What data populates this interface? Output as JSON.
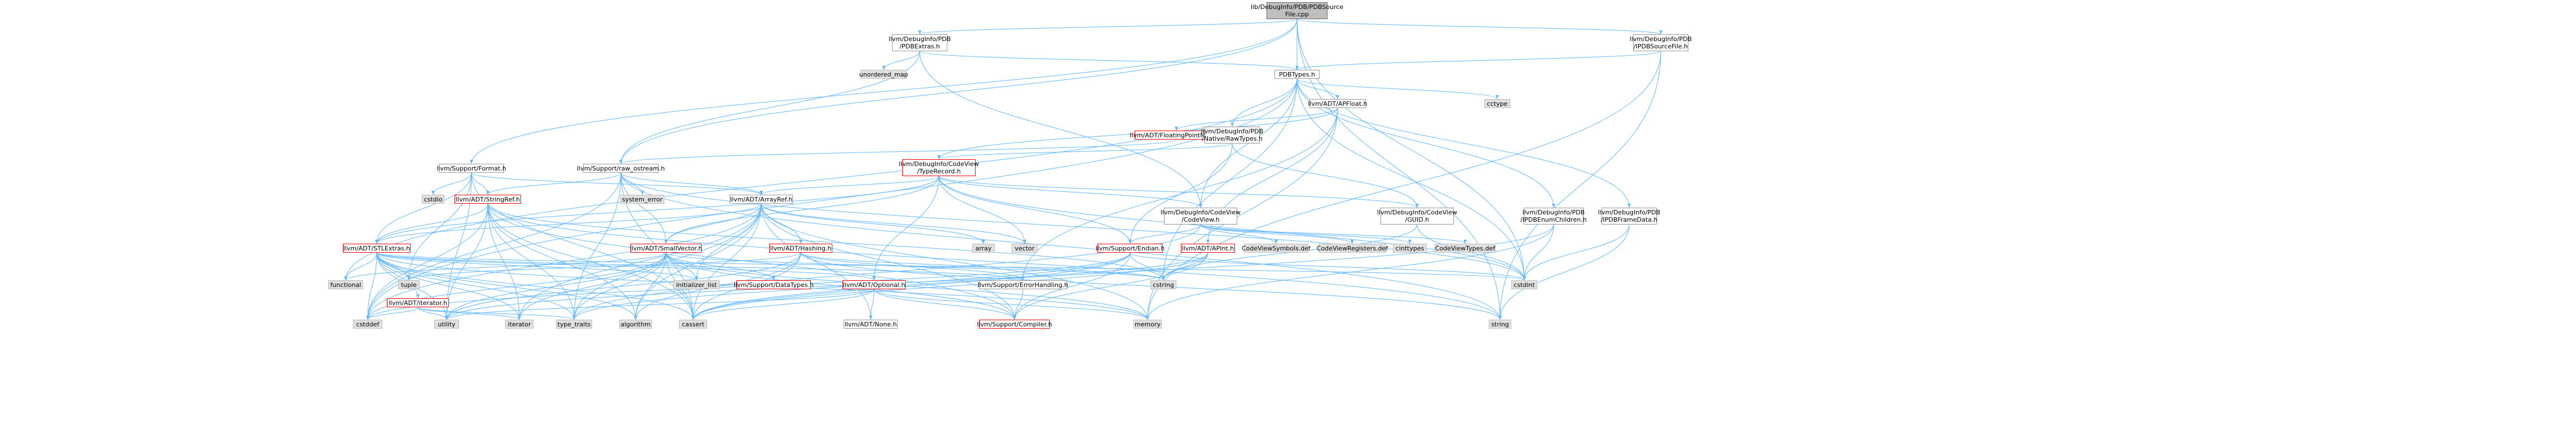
{
  "colors": {
    "edge": "#63b8ff",
    "root_fill": "#bfbfbf",
    "external_fill": "#e0e0e0",
    "truncated_border": "#ff0000",
    "normal_border": "#999999"
  },
  "nodes": {
    "root": "lib/DebugInfo/PDB/PDBSource\nFile.cpp",
    "pdbextras": "llvm/DebugInfo/PDB\n/PDBExtras.h",
    "pdbsourcefile_h": "llvm/DebugInfo/PDB\n/IPDBSourceFile.h",
    "format": "llvm/Support/Format.h",
    "raw_ostream": "llvm/Support/raw_ostream.h",
    "unordered_map": "unordered_map",
    "pdbtypes": "PDBTypes.h",
    "apfloat": "llvm/ADT/APFloat.h",
    "fpmode": "llvm/ADT/FloatingPointMode.h",
    "nativeraw": "llvm/DebugInfo/PDB\n/Native/RawTypes.h",
    "typerecord": "llvm/DebugInfo/CodeView\n/TypeRecord.h",
    "cctype": "cctype",
    "enumchildren": "llvm/DebugInfo/PDB\n/IPDBEnumChildren.h",
    "framedata": "llvm/DebugInfo/PDB\n/IPDBFrameData.h",
    "cstdio": "cstdio",
    "stringref": "llvm/ADT/StringRef.h",
    "system_error": "system_error",
    "arrayref": "llvm/ADT/ArrayRef.h",
    "codeview": "llvm/DebugInfo/CodeView\n/CodeView.h",
    "guid": "llvm/DebugInfo/CodeView\n/GUID.h",
    "stlextras": "llvm/ADT/STLExtras.h",
    "array": "array",
    "vector": "vector",
    "smallvector": "llvm/ADT/SmallVector.h",
    "hashing": "llvm/ADT/Hashing.h",
    "endian": "llvm/Support/Endian.h",
    "apint": "llvm/ADT/APInt.h",
    "cvsymbols": "CodeViewSymbols.def",
    "cvregisters": "CodeViewRegisters.def",
    "cinttypes": "cinttypes",
    "cvtypes": "CodeViewTypes.def",
    "functional": "functional",
    "tuple": "tuple",
    "iterator_h": "llvm/ADT/iterator.h",
    "initializer_list": "initializer_list",
    "datatypes": "llvm/Support/DataTypes.h",
    "optional": "llvm/ADT/Optional.h",
    "errorhandling": "llvm/Support/ErrorHandling.h",
    "cstring": "cstring",
    "cstdint": "cstdint",
    "cstddef": "cstddef",
    "utility": "utility",
    "iterator": "iterator",
    "type_traits": "type_traits",
    "algorithm": "algorithm",
    "cassert": "cassert",
    "none": "llvm/ADT/None.h",
    "compiler": "llvm/Support/Compiler.h",
    "memory": "memory",
    "string": "string"
  }
}
